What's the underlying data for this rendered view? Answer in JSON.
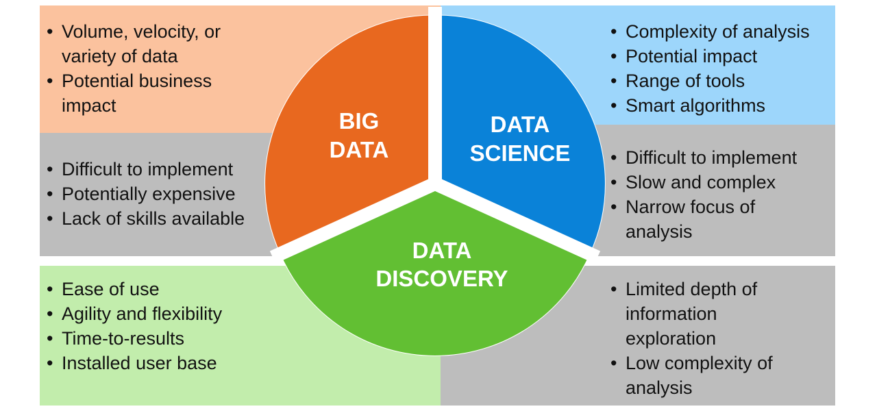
{
  "colors": {
    "big_data": "#e8681f",
    "data_science": "#0a82d8",
    "data_discovery": "#62bf33",
    "big_data_pros_bg": "#fbc29e",
    "data_science_pros_bg": "#9dd6fb",
    "data_discovery_pros_bg": "#c2edac",
    "cons_bg": "#bdbdbd"
  },
  "segments": {
    "big_data": {
      "line1": "BIG",
      "line2": "DATA"
    },
    "data_science": {
      "line1": "DATA",
      "line2": "SCIENCE"
    },
    "data_discovery": {
      "line1": "DATA",
      "line2": "DISCOVERY"
    }
  },
  "panels": {
    "big_data_pros": [
      "Volume, velocity, or\nvariety of data",
      "Potential business\nimpact"
    ],
    "big_data_cons": [
      "Difficult to implement",
      "Potentially expensive",
      "Lack of skills available"
    ],
    "data_science_pros": [
      "Complexity of analysis",
      "Potential impact",
      "Range of tools",
      "Smart algorithms"
    ],
    "data_science_cons": [
      "Difficult to implement",
      "Slow and complex",
      "Narrow focus of\nanalysis"
    ],
    "data_discovery_pros": [
      "Ease of use",
      "Agility and flexibility",
      "Time-to-results",
      "Installed user base"
    ],
    "data_discovery_cons": [
      "Limited depth of\ninformation\nexploration",
      "Low complexity of\nanalysis"
    ]
  }
}
